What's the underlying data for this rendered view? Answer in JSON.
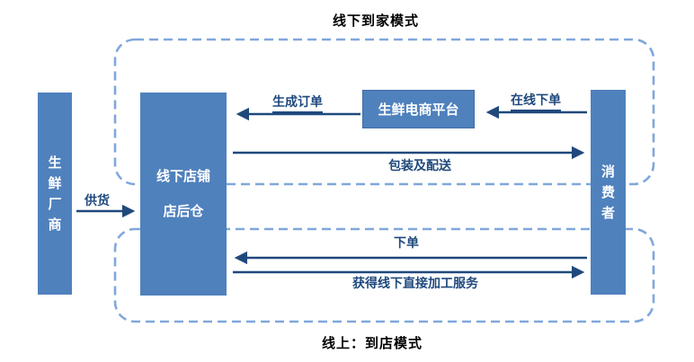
{
  "titles": {
    "top": "线下到家模式",
    "bottom": "线上：到店模式"
  },
  "boxes": {
    "producer": "生鲜厂商",
    "store_line1": "线下店铺",
    "store_line2": "店后仓",
    "platform": "生鲜电商平台",
    "consumer": "消费者"
  },
  "arrow_labels": {
    "supply": "供货",
    "generate_order": "生成订单",
    "online_order": "在线下单",
    "packaging_delivery": "包装及配送",
    "place_order": "下单",
    "offline_service": "获得线下直接加工服务"
  },
  "regions": {
    "upper": "offline-to-home-mode",
    "lower": "online-to-store-mode"
  },
  "colors": {
    "box_fill": "#4f81bd",
    "box_border": "#3d6da6",
    "dashed_border": "#7fa7dc",
    "arrow": "#1f497d",
    "label_text": "#1f497d",
    "box_text": "#ffffff",
    "title_text": "#000000"
  }
}
